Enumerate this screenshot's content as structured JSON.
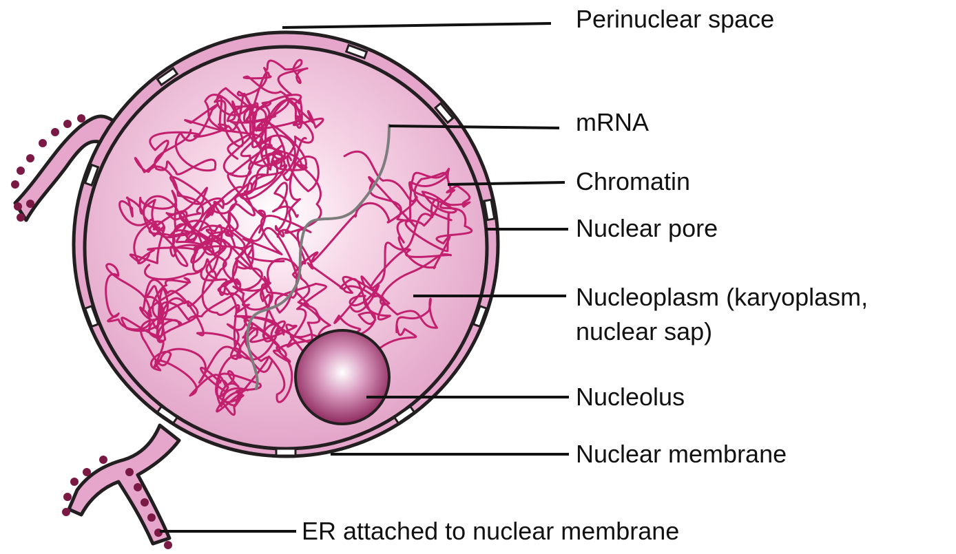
{
  "colors": {
    "background": "#ffffff",
    "membrane_fill": "#e6a6cc",
    "membrane_stroke": "#231f20",
    "nucleoplasm_light": "#fbe6f1",
    "nucleoplasm_dark": "#e5a7cb",
    "chromatin": "#c2206f",
    "mrna": "#7d7d7d",
    "ribosome": "#7a1a44",
    "nucleolus_dark": "#8f2a5f",
    "pointer_line": "#111111"
  },
  "labels": {
    "perinuclear_space": "Perinuclear space",
    "mrna": "mRNA",
    "chromatin": "Chromatin",
    "nuclear_pore": "Nuclear pore",
    "nucleoplasm_line1": "Nucleoplasm (karyoplasm,",
    "nucleoplasm_line2": "nuclear sap)",
    "nucleolus": "Nucleolus",
    "nuclear_membrane": "Nuclear membrane",
    "er_attached": "ER attached to nuclear membrane"
  }
}
